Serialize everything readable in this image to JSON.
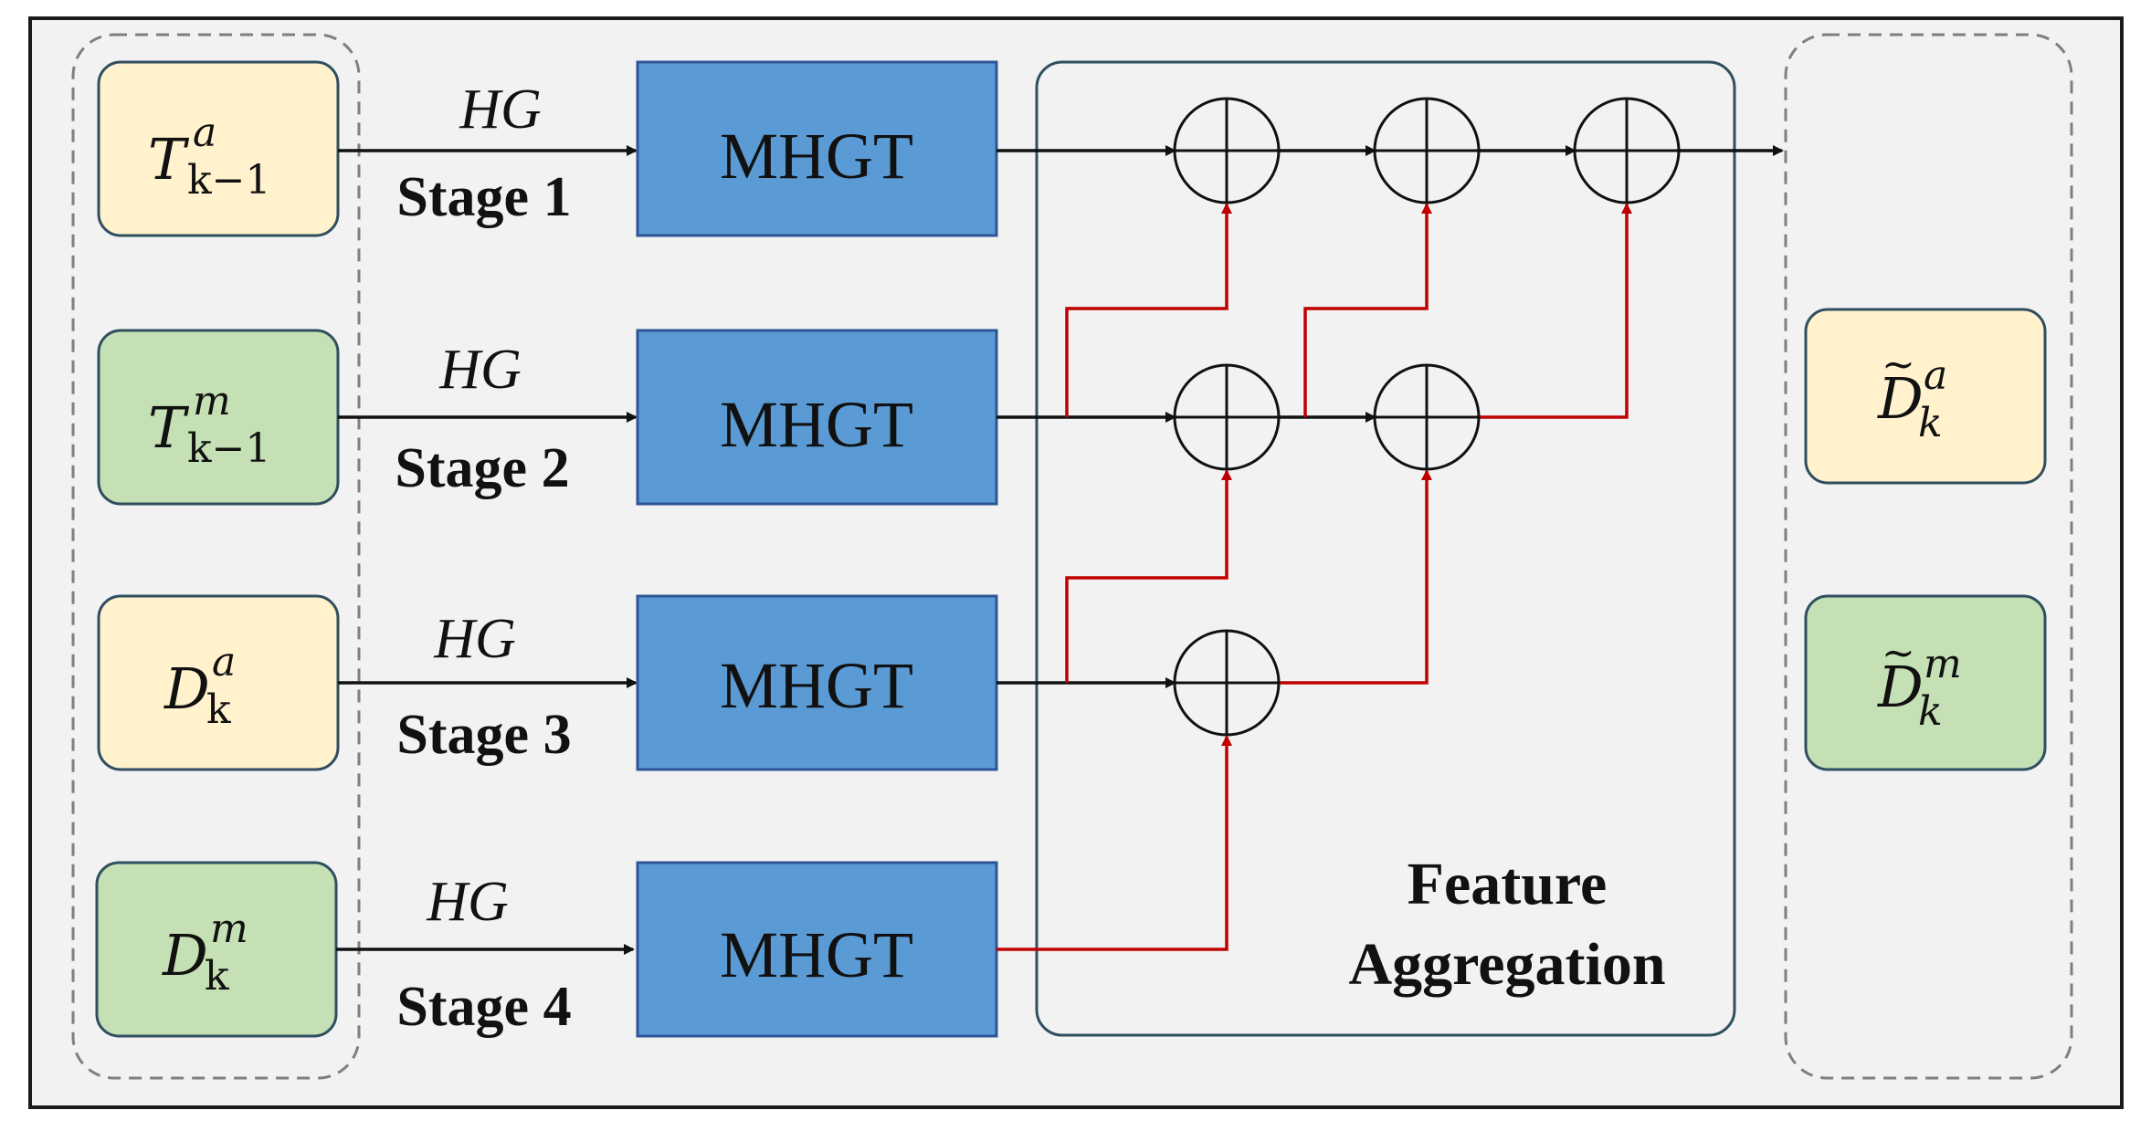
{
  "colors": {
    "panel_bg": "#f2f2f2",
    "panel_border": "#1a1a1a",
    "yellow_fill": "#fff2cc",
    "green_fill": "#c5e0b4",
    "node_border": "#2f4f5f",
    "mhgt_fill": "#5b9bd5",
    "mhgt_border": "#2f5597",
    "red": "#c00000",
    "black": "#111111"
  },
  "inputs": [
    {
      "base": "T",
      "sup": "a",
      "sub": "k−1",
      "color": "yellow"
    },
    {
      "base": "T",
      "sup": "m",
      "sub": "k−1",
      "color": "green"
    },
    {
      "base": "D",
      "sup": "a",
      "sub": "k",
      "color": "yellow"
    },
    {
      "base": "D",
      "sup": "m",
      "sub": "k",
      "color": "green"
    }
  ],
  "stages": [
    {
      "hg": "HG",
      "label": "Stage 1",
      "block": "MHGT"
    },
    {
      "hg": "HG",
      "label": "Stage 2",
      "block": "MHGT"
    },
    {
      "hg": "HG",
      "label": "Stage 3",
      "block": "MHGT"
    },
    {
      "hg": "HG",
      "label": "Stage 4",
      "block": "MHGT"
    }
  ],
  "aggregation": {
    "line1": "Feature",
    "line2": "Aggregation"
  },
  "outputs": [
    {
      "base": "D",
      "tilde": "~",
      "sup": "a",
      "sub": "k",
      "color": "yellow"
    },
    {
      "base": "D",
      "tilde": "~",
      "sup": "m",
      "sub": "k",
      "color": "green"
    }
  ]
}
